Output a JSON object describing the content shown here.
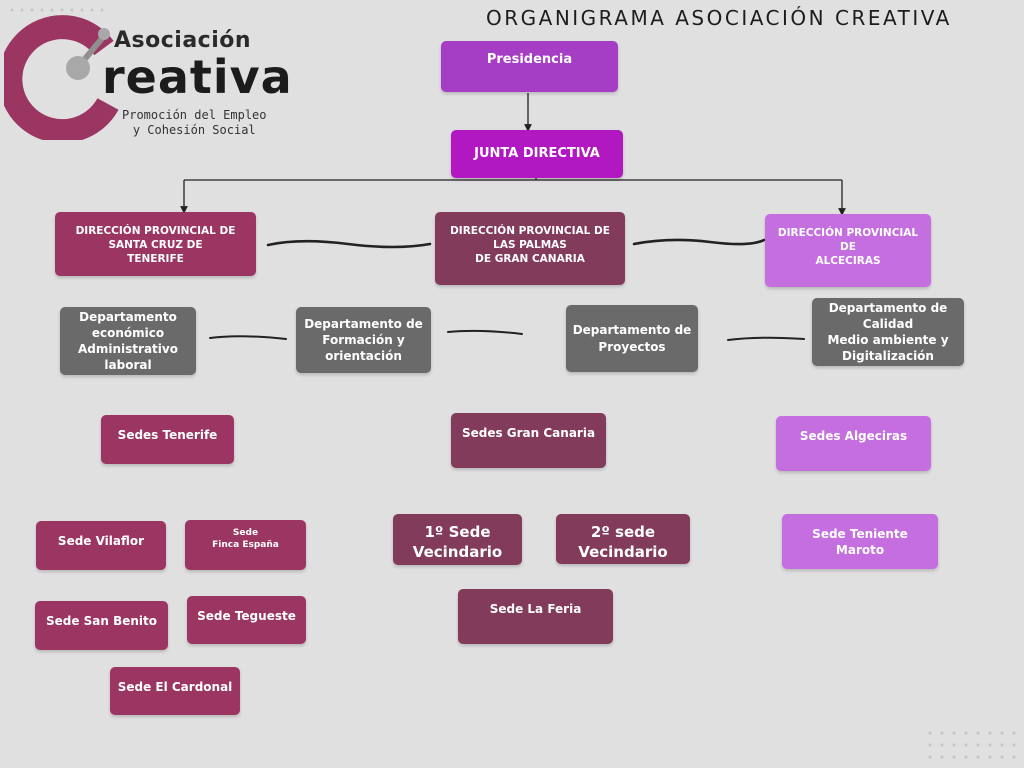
{
  "title": "ORGANIGRAMA ASOCIACIÓN CREATIVA",
  "logo": {
    "word_small": "Asociación",
    "word_big": "reativa",
    "tagline": "Promoción del Empleo\ny Cohesión Social"
  },
  "colors": {
    "background": "#e1e0e1",
    "presidencia": "#a53ec4",
    "junta": "#b118c2",
    "crimson": "#9b3662",
    "plum": "#823b5b",
    "lilac": "#c46ee0",
    "gray": "#6b6a6b",
    "logo_ring": "#9b3662"
  },
  "nodes": {
    "presidencia": "Presidencia",
    "junta": "JUNTA DIRECTIVA",
    "dir_tenerife": "DIRECCIÓN PROVINCIAL DE  SANTA CRUZ DE\nTENERIFE",
    "dir_gran_canaria": "DIRECCIÓN PROVINCIAL DE LAS PALMAS\nDE GRAN CANARIA",
    "dir_algeciras": "DIRECCIÓN PROVINCIAL DE\nALCECIRAS",
    "dep_economico": "Departamento económico\nAdministrativo laboral",
    "dep_formacion": "Departamento de\nFormación y orientación",
    "dep_proyectos": "Departamento de\nProyectos",
    "dep_calidad": "Departamento de Calidad\nMedio ambiente y\nDigitalización",
    "sedes_tenerife": "Sedes  Tenerife",
    "sedes_gran_canaria": "Sedes Gran Canaria",
    "sedes_algeciras": "Sedes Algeciras",
    "sede_vilaflor": "Sede Vilaflor",
    "sede_finca_espana": "Sede\nFinca España",
    "sede_san_benito": "Sede San Benito",
    "sede_tegueste": "Sede Tegueste",
    "sede_el_cardonal": "Sede El Cardonal",
    "sede_vecindario_1": "1º Sede Vecindario",
    "sede_vecindario_2": "2º sede  Vecindario",
    "sede_la_feria": "Sede La Feria",
    "sede_teniente_maroto": "Sede Teniente Maroto"
  }
}
